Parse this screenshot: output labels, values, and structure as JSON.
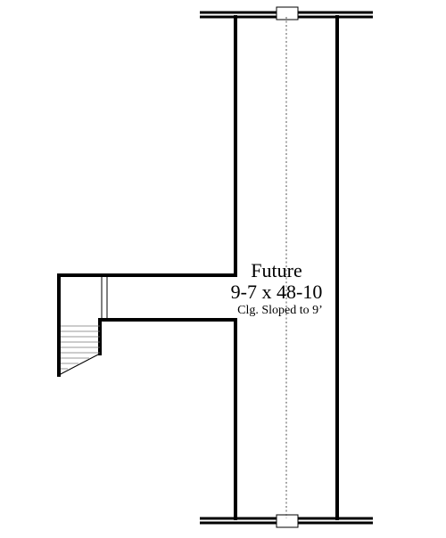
{
  "room": {
    "name": "Future",
    "dimensions": "9-7 x 48-10",
    "ceiling_note": "Clg. Sloped to 9’"
  }
}
